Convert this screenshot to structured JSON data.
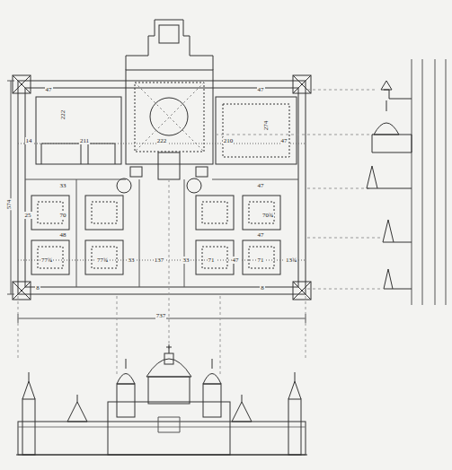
{
  "diagram": {
    "labels": [
      "47",
      "47",
      "222",
      "14",
      "211",
      "222",
      "210",
      "47",
      "274",
      "574",
      "33",
      "25",
      "70",
      "47",
      "70¾",
      "48",
      "77¾",
      "77¾",
      "33",
      "137",
      "33",
      "71",
      "47",
      "71",
      "13¾",
      "8",
      "8",
      "737",
      "47"
    ]
  }
}
